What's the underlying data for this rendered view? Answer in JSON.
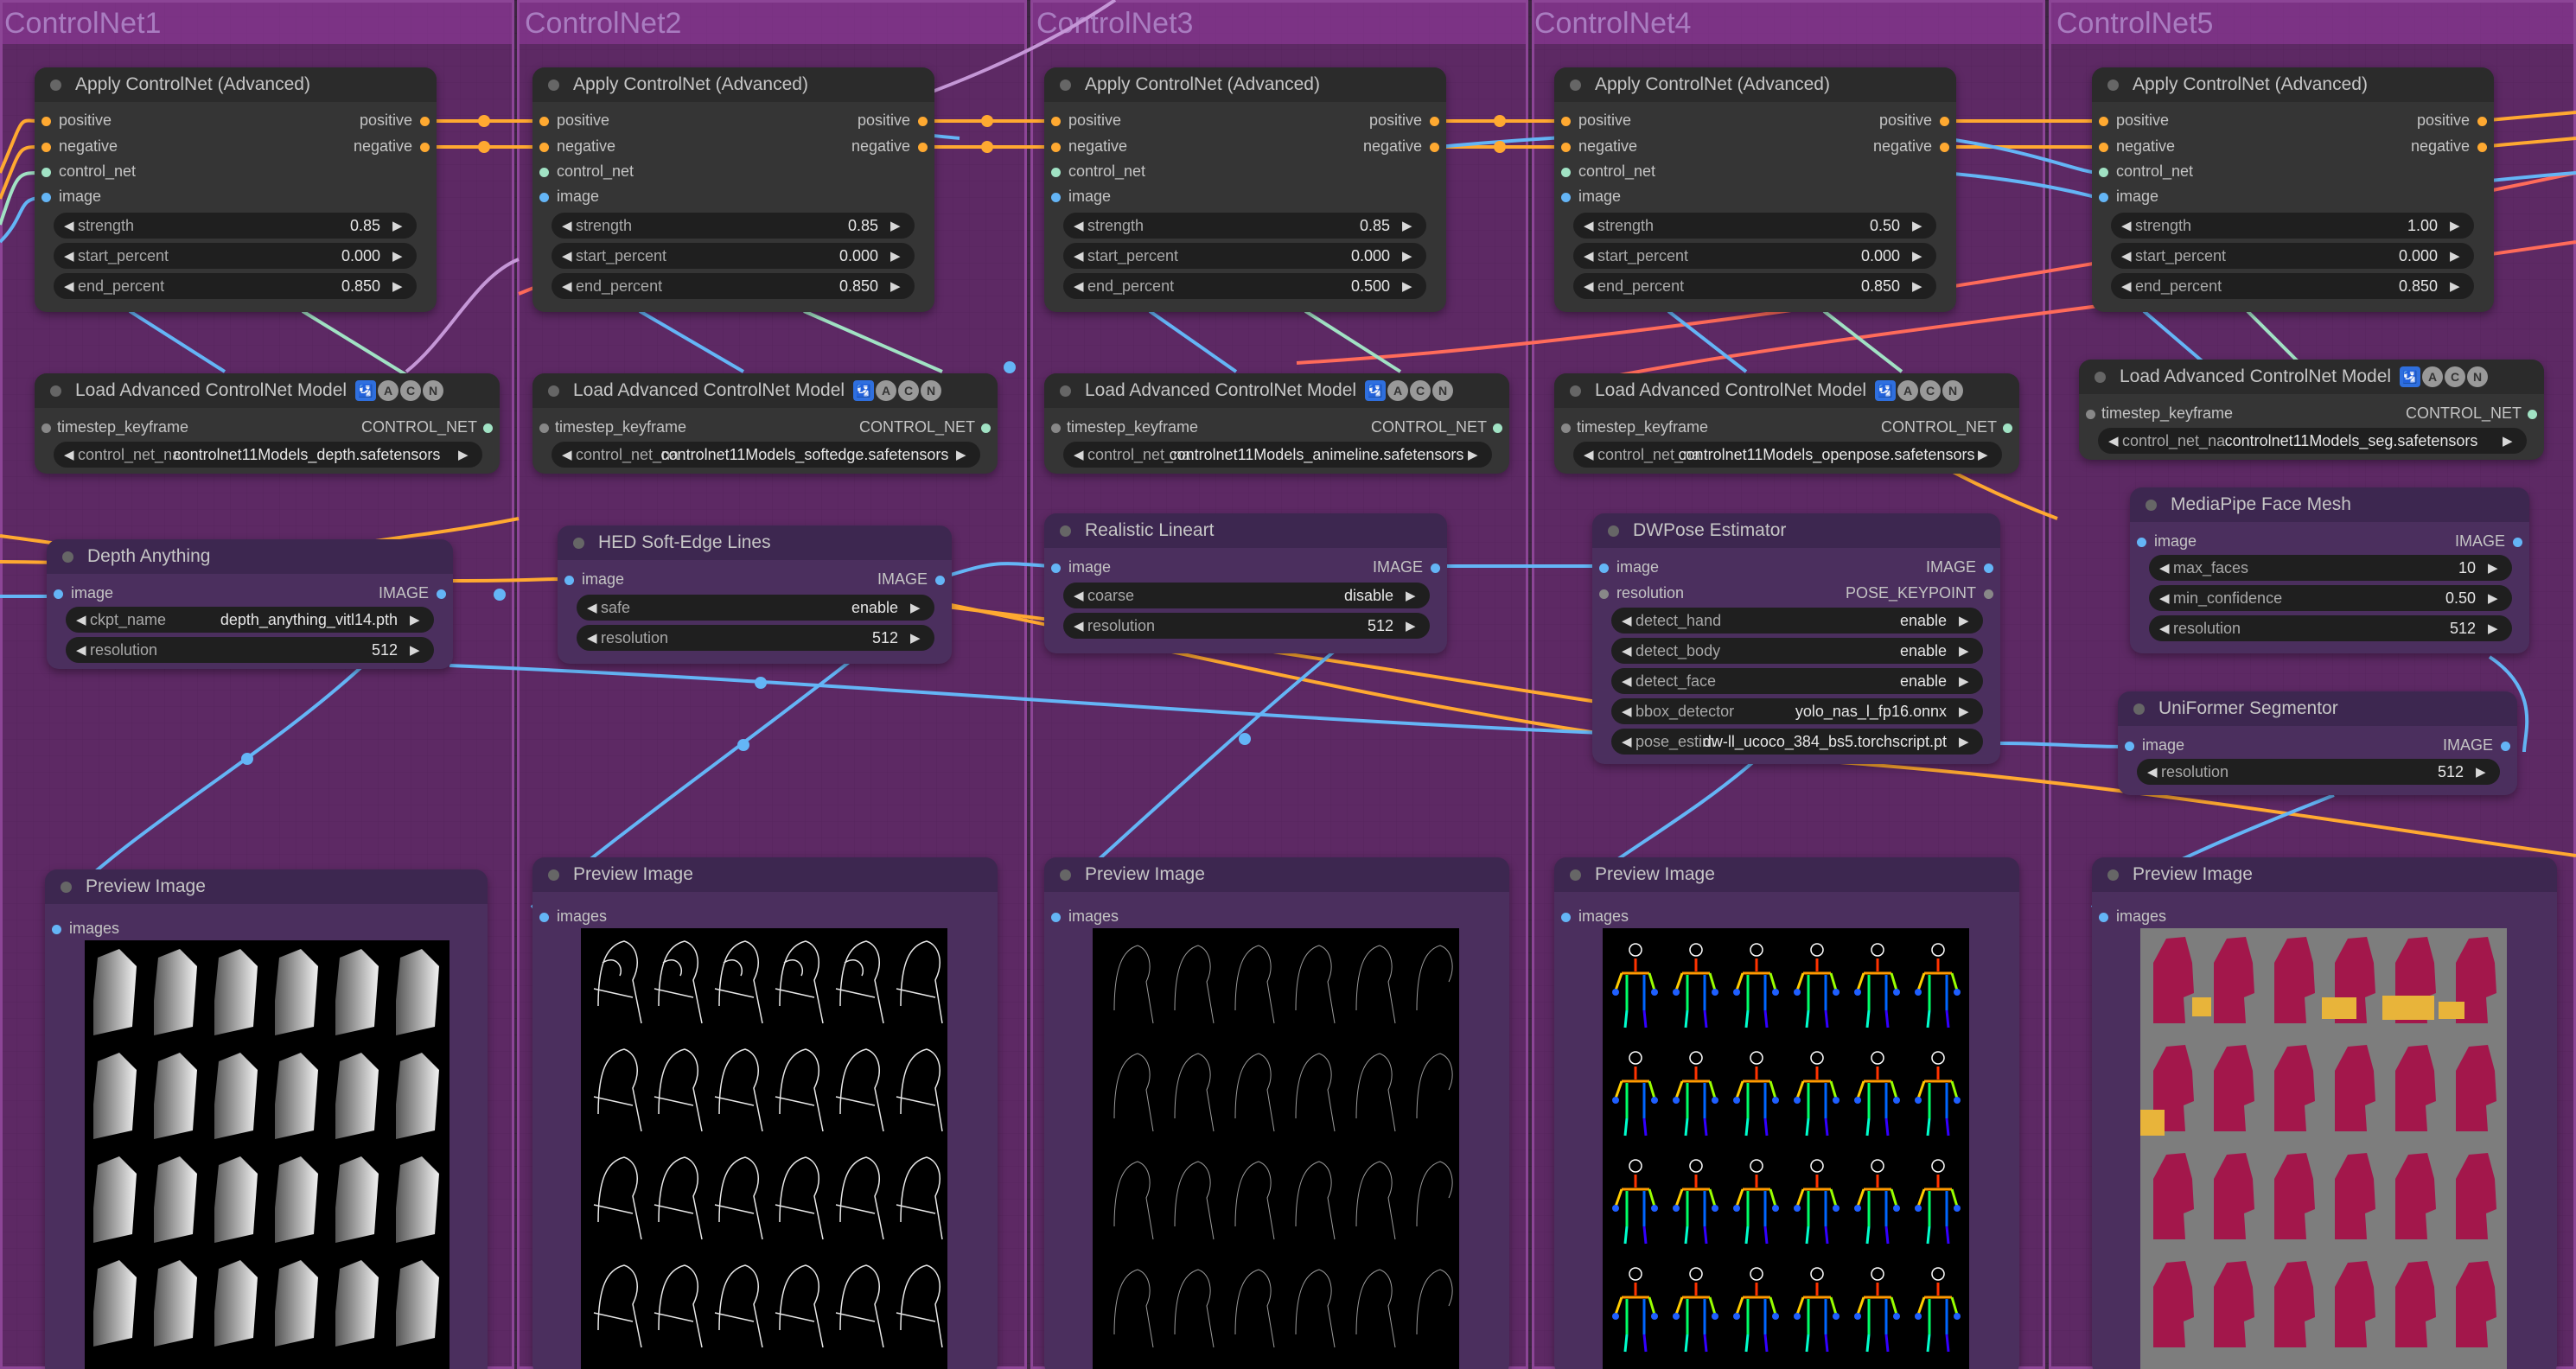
{
  "groups": [
    "ControlNet1",
    "ControlNet2",
    "ControlNet3",
    "ControlNet4",
    "ControlNet5"
  ],
  "apply": {
    "title": "Apply ControlNet (Advanced)",
    "inputs": [
      "positive",
      "negative",
      "control_net",
      "image"
    ],
    "outputs": [
      "positive",
      "negative"
    ],
    "w_strength": "strength",
    "w_start": "start_percent",
    "w_end": "end_percent",
    "n1": {
      "strength": "0.85",
      "start": "0.000",
      "end": "0.850"
    },
    "n2": {
      "strength": "0.85",
      "start": "0.000",
      "end": "0.850"
    },
    "n3": {
      "strength": "0.85",
      "start": "0.000",
      "end": "0.500"
    },
    "n4": {
      "strength": "0.50",
      "start": "0.000",
      "end": "0.850"
    },
    "n5": {
      "strength": "1.00",
      "start": "0.000",
      "end": "0.850"
    }
  },
  "loader": {
    "title": "Load Advanced ControlNet Model",
    "badge": [
      "🛂",
      "A",
      "C",
      "N"
    ],
    "input": "timestep_keyframe",
    "output": "CONTROL_NET",
    "widget": "control_net_name",
    "m1": "controlnet11Models_depth.safetensors",
    "m2": "controlnet11Models_softedge.safetensors",
    "m3": "controlnet11Models_animeline.safetensors",
    "m4": "controlnet11Models_openpose.safetensors",
    "m5": "controlnet11Models_seg.safetensors"
  },
  "depth": {
    "title": "Depth Anything",
    "in": "image",
    "out": "IMAGE",
    "ckpt_label": "ckpt_name",
    "ckpt": "depth_anything_vitl14.pth",
    "res_label": "resolution",
    "res": "512"
  },
  "hed": {
    "title": "HED Soft-Edge Lines",
    "in": "image",
    "out": "IMAGE",
    "safe_label": "safe",
    "safe": "enable",
    "res_label": "resolution",
    "res": "512"
  },
  "lineart": {
    "title": "Realistic Lineart",
    "in": "image",
    "out": "IMAGE",
    "coarse_label": "coarse",
    "coarse": "disable",
    "res_label": "resolution",
    "res": "512"
  },
  "dwpose": {
    "title": "DWPose Estimator",
    "in1": "image",
    "in2": "resolution",
    "out1": "IMAGE",
    "out2": "POSE_KEYPOINT",
    "w": [
      [
        "detect_hand",
        "enable"
      ],
      [
        "detect_body",
        "enable"
      ],
      [
        "detect_face",
        "enable"
      ],
      [
        "bbox_detector",
        "yolo_nas_l_fp16.onnx"
      ],
      [
        "pose_estimator",
        "dw-ll_ucoco_384_bs5.torchscript.pt"
      ]
    ]
  },
  "facemesh": {
    "title": "MediaPipe Face Mesh",
    "in": "image",
    "out": "IMAGE",
    "w": [
      [
        "max_faces",
        "10"
      ],
      [
        "min_confidence",
        "0.50"
      ],
      [
        "resolution",
        "512"
      ]
    ]
  },
  "uniformer": {
    "title": "UniFormer Segmentor",
    "in": "image",
    "out": "IMAGE",
    "res_label": "resolution",
    "res": "512"
  },
  "preview": {
    "title": "Preview Image",
    "in": "images"
  },
  "colors": {
    "positive": "#ffa931",
    "conditioning": "#ffa931",
    "image": "#64b5f6",
    "control_net": "#a1e2c4",
    "keypoint": "#888888",
    "seg_red": "#a3174b",
    "seg_yellow": "#e8b43a",
    "seg_gray": "#808080"
  }
}
